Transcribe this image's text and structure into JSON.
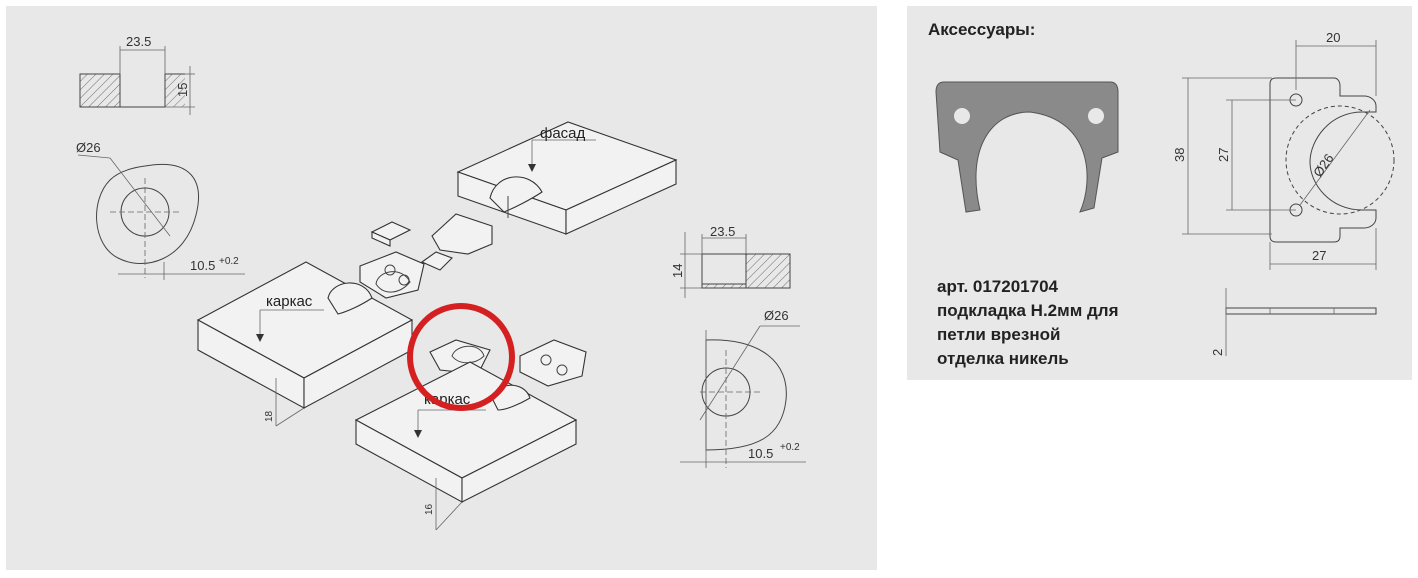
{
  "left": {
    "dims": {
      "top_width": "23.5",
      "top_depth": "15",
      "dia_top": "Ø26",
      "offset_top": "10.5",
      "offset_top_tol": "+0.2",
      "mid_width": "23.5",
      "mid_depth": "14",
      "dia_right": "Ø26",
      "offset_right": "10.5",
      "offset_right_tol": "+0.2",
      "thick_left": "18",
      "thick_bottom": "16"
    },
    "labels": {
      "facade": "фасад",
      "carcass_left": "каркас",
      "carcass_bottom": "каркас"
    }
  },
  "right": {
    "title": "Аксессуары:",
    "article": [
      "арт. 017201704",
      "подкладка H.2мм для",
      "петли врезной",
      "отделка никель"
    ],
    "dims": {
      "width": "20",
      "height": "38",
      "hole_spacing": "27",
      "diameter": "Ø26",
      "base_width": "27",
      "thickness": "2"
    }
  },
  "colors": {
    "panel_bg": "#e8e8e8",
    "highlight_circle": "#d42020",
    "metal": "#8a8a8a"
  }
}
